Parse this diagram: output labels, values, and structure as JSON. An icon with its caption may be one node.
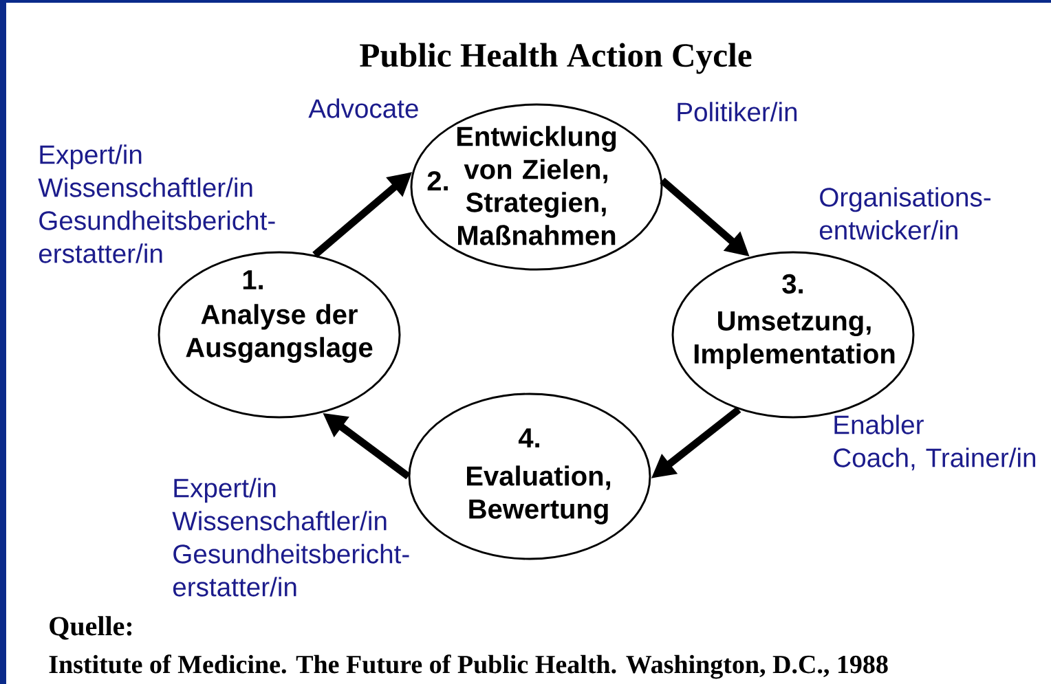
{
  "diagram": {
    "title": "Public Health Action Cycle",
    "caption": "Institute of Medicine. The Future of Public Health. Washington, D.C., 1988",
    "nodes": [
      {
        "text": [
          "1.",
          "Analyse der Ausgangslage"
        ]
      },
      {
        "text": [
          "2.",
          "Entwicklung von Zielen, Strategien, Maßnahmen"
        ]
      },
      {
        "text": [
          "3.",
          "Umsetzung, Implementation"
        ]
      },
      {
        "text": [
          "4.",
          "Evaluation, Bewertung"
        ]
      }
    ],
    "edges": [
      {
        "from": 0,
        "to": 1,
        "arrow": "to"
      },
      {
        "from": 1,
        "to": 2,
        "arrow": "to"
      },
      {
        "from": 2,
        "to": 3,
        "arrow": "to"
      },
      {
        "from": 3,
        "to": 0,
        "arrow": "to"
      }
    ],
    "labels": [
      "Advocate",
      "Politiker/in",
      "Expert/in",
      "Wissenschaftler/in",
      "Gesundheitsbericht-erstatter/in",
      "Organisations-entwicker/in",
      "Enabler",
      "Coach, Trainer/in",
      "Expert/in",
      "Wissenschaftler/in",
      "Gesundheitsbericht-erstatter/in",
      "Quelle:"
    ]
  }
}
